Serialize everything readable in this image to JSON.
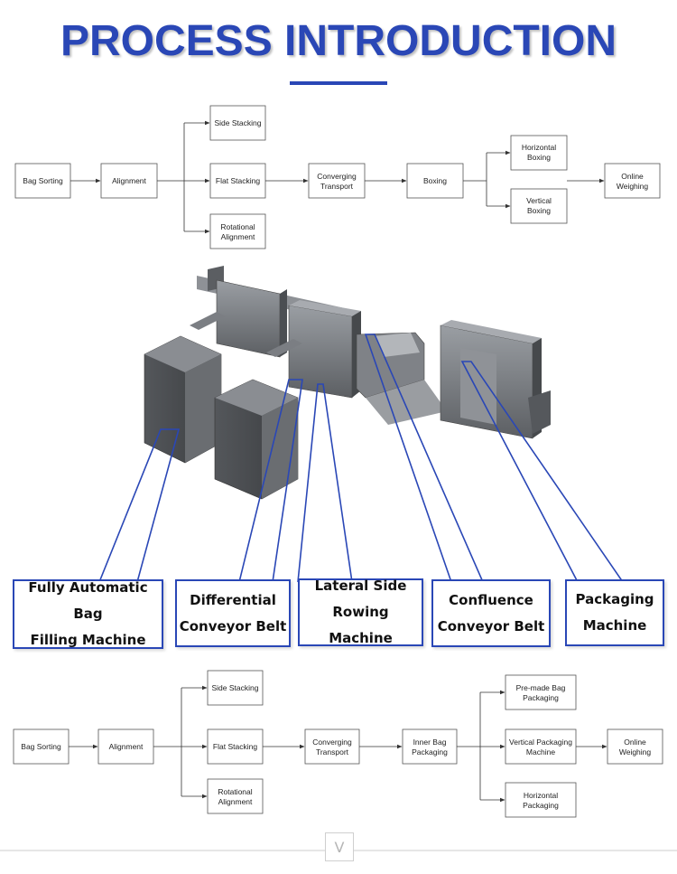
{
  "title": "PROCESS INTRODUCTION",
  "flow1": {
    "nodes": {
      "bag_sorting": "Bag Sorting",
      "alignment": "Alignment",
      "side_stacking": "Side Stacking",
      "flat_stacking": "Flat Stacking",
      "rotational_alignment": [
        "Rotational",
        "Alignment"
      ],
      "converging_transport": [
        "Converging",
        "Transport"
      ],
      "boxing": "Boxing",
      "horizontal_boxing": [
        "Horizontal",
        "Boxing"
      ],
      "vertical_boxing": [
        "Vertical",
        "Boxing"
      ],
      "online_weighing": [
        "Online",
        "Weighing"
      ]
    }
  },
  "machine_labels": [
    [
      "Fully Automatic Bag",
      "Filling Machine"
    ],
    [
      "Differential",
      "Conveyor Belt"
    ],
    [
      "Lateral Side",
      "Rowing Machine"
    ],
    [
      "Confluence",
      "Conveyor Belt"
    ],
    [
      "Packaging",
      "Machine"
    ]
  ],
  "flow2": {
    "nodes": {
      "bag_sorting": "Bag Sorting",
      "alignment": "Alignment",
      "side_stacking": "Side Stacking",
      "flat_stacking": "Flat Stacking",
      "rotational_alignment": [
        "Rotational",
        "Alignment"
      ],
      "converging_transport": [
        "Converging",
        "Transport"
      ],
      "inner_bag_packaging": [
        "Inner Bag",
        "Packaging"
      ],
      "premade_bag_packaging": [
        "Pre-made Bag",
        "Packaging"
      ],
      "vertical_packaging_machine": [
        "Vertical Packaging",
        "Machine"
      ],
      "horizontal_packaging": [
        "Horizontal",
        "Packaging"
      ],
      "online_weighing": [
        "Online",
        "Weighing"
      ]
    }
  },
  "footer_badge": "V",
  "colors": {
    "accent": "#2a47b6",
    "machine": "#6b6e72"
  }
}
